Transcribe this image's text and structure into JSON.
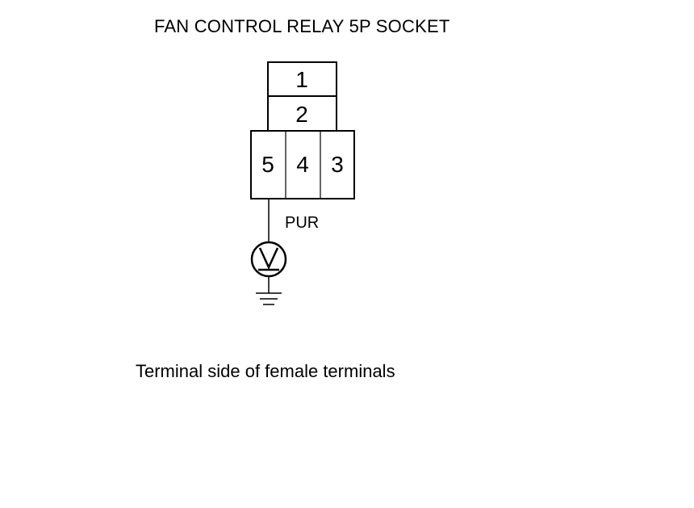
{
  "diagram": {
    "title": "FAN CONTROL RELAY 5P SOCKET",
    "caption": "Terminal side of female terminals",
    "wire_color": "PUR",
    "terminals": {
      "t1": "1",
      "t2": "2",
      "t3": "3",
      "t4": "4",
      "t5": "5"
    },
    "meter_symbol": "V"
  }
}
